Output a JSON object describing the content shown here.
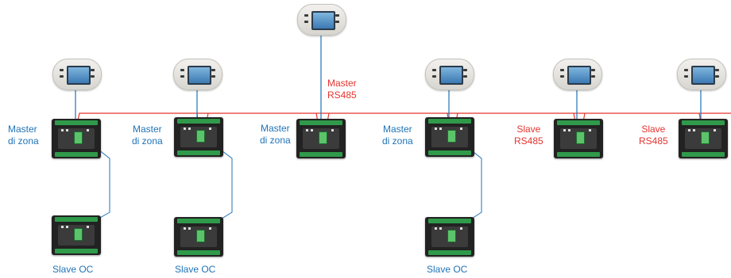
{
  "colors": {
    "zone": "#1f73b7",
    "rs485": "#e5342f",
    "bus": "#e5342f"
  },
  "labels": {
    "master_rs485_line1": "Master",
    "master_rs485_line2": "RS485",
    "zone1_line1": "Master",
    "zone1_line2": "di zona",
    "zone2_line1": "Master",
    "zone2_line2": "di zona",
    "zone3_line1": "Master",
    "zone3_line2": "di zona",
    "zone4_line1": "Master",
    "zone4_line2": "di zona",
    "slave_rs485_1_line1": "Slave",
    "slave_rs485_1_line2": "RS485",
    "slave_rs485_2_line1": "Slave",
    "slave_rs485_2_line2": "RS485",
    "slave_oc_1": "Slave OC",
    "slave_oc_2": "Slave OC",
    "slave_oc_3": "Slave OC"
  },
  "icons": {
    "terminal": "user-terminal-icon",
    "controller": "controller-board-icon"
  }
}
